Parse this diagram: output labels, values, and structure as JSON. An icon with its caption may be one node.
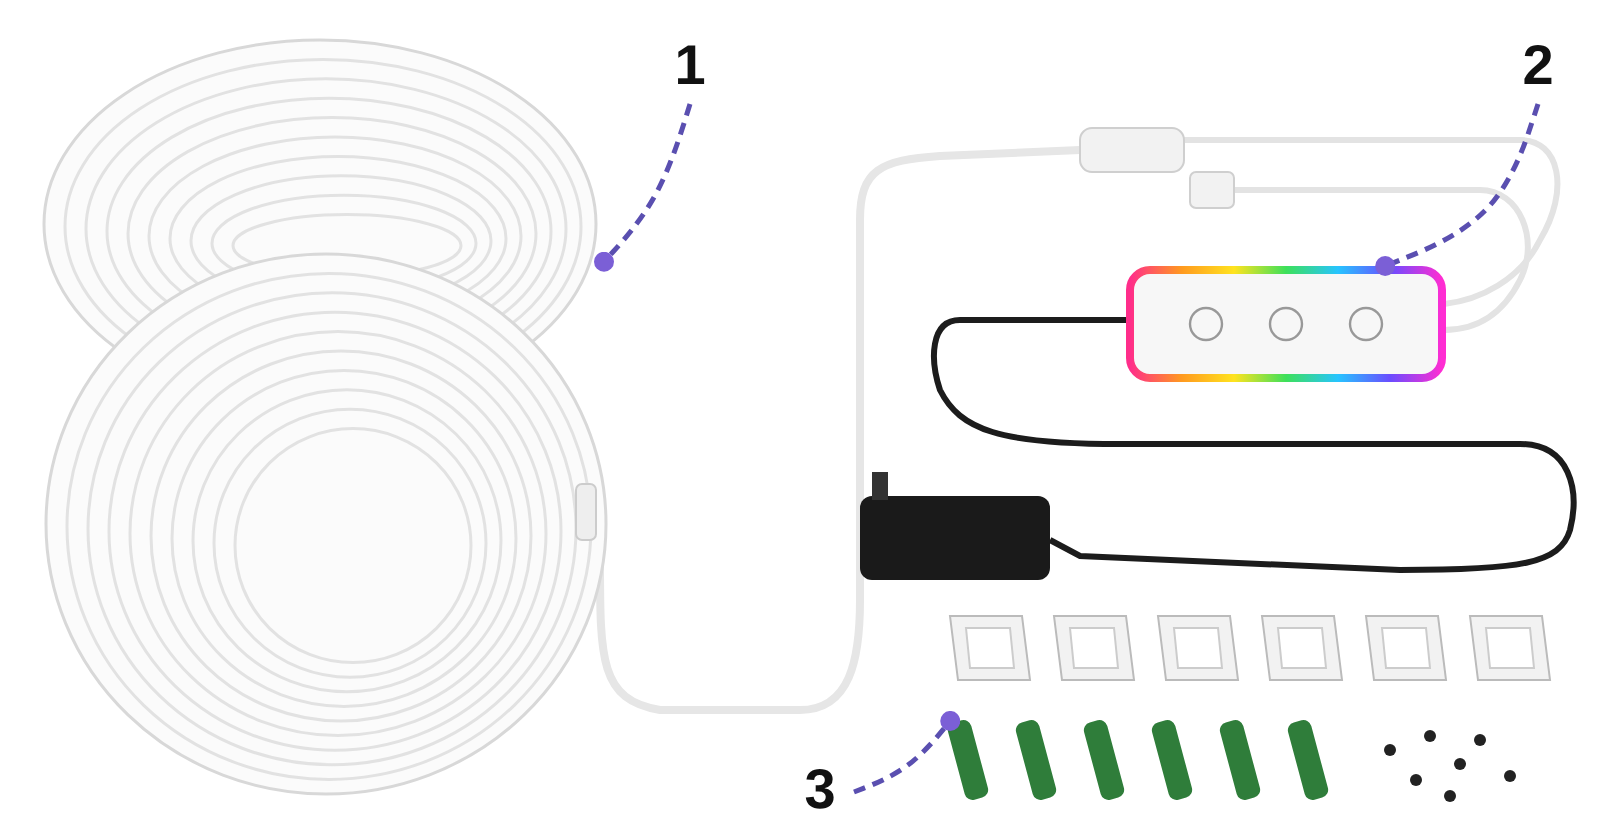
{
  "diagram": {
    "nodes": [
      {
        "text": [
          "1"
        ]
      },
      {
        "text": [],
        "shape": "picture"
      },
      {
        "text": [
          "2"
        ]
      },
      {
        "text": [],
        "shape": "picture"
      },
      {
        "text": [
          "3"
        ]
      },
      {
        "text": [],
        "shape": "picture"
      }
    ],
    "edges": [
      {
        "from": 0,
        "to": 1,
        "arrow": "other",
        "style": "dashed"
      },
      {
        "from": 2,
        "to": 3,
        "arrow": "other",
        "style": "dashed"
      },
      {
        "from": 4,
        "to": 5,
        "arrow": "other",
        "style": "dashed"
      }
    ]
  }
}
